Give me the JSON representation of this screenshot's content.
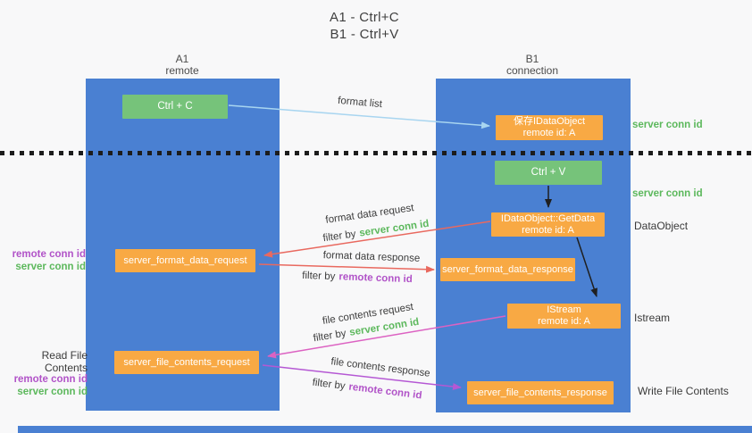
{
  "title": {
    "line1": "A1 - Ctrl+C",
    "line2": "B1 - Ctrl+V"
  },
  "columns": {
    "a1": {
      "title": "A1",
      "subtitle": "remote"
    },
    "b1": {
      "title": "B1",
      "subtitle": "connection"
    }
  },
  "nodes": {
    "ctrl_c": "Ctrl + C",
    "ctrl_v": "Ctrl + V",
    "save_idataobject": {
      "line1": "保存IDataObject",
      "line2": "remote id: A"
    },
    "getdata": {
      "line1": "IDataObject::GetData",
      "line2": "remote id: A"
    },
    "istream": {
      "line1": "IStream",
      "line2": "remote id: A"
    },
    "format_request": "server_format_data_request",
    "format_response": "server_format_data_response",
    "file_request": "server_file_contents_request",
    "file_response": "server_file_contents_response"
  },
  "arrow_labels": {
    "format_list": "format list",
    "format_data_request": "format data request",
    "format_data_response": "format data response",
    "file_contents_request": "file contents request",
    "file_contents_response": "file contents response",
    "filter_by": "filter by"
  },
  "side_labels": {
    "server_conn_id": "server conn id",
    "remote_conn_id": "remote conn id",
    "dataobject": "DataObject",
    "istream": "Istream",
    "read_file_contents": "Read File Contents",
    "write_file_contents": "Write File Contents"
  },
  "palette": {
    "column_blue": "#4a80d2",
    "box_green": "#76c37a",
    "box_orange": "#f8a944",
    "conn_id_green": "#5cb85c",
    "conn_id_purple": "#b153c8",
    "arrow_blue": "#a8d5f0",
    "arrow_red": "#e9695f",
    "arrow_pink": "#dc62c2",
    "arrow_purple": "#b558d4",
    "arrow_black": "#1f1f1f",
    "text_dark": "#3d3d3d"
  }
}
